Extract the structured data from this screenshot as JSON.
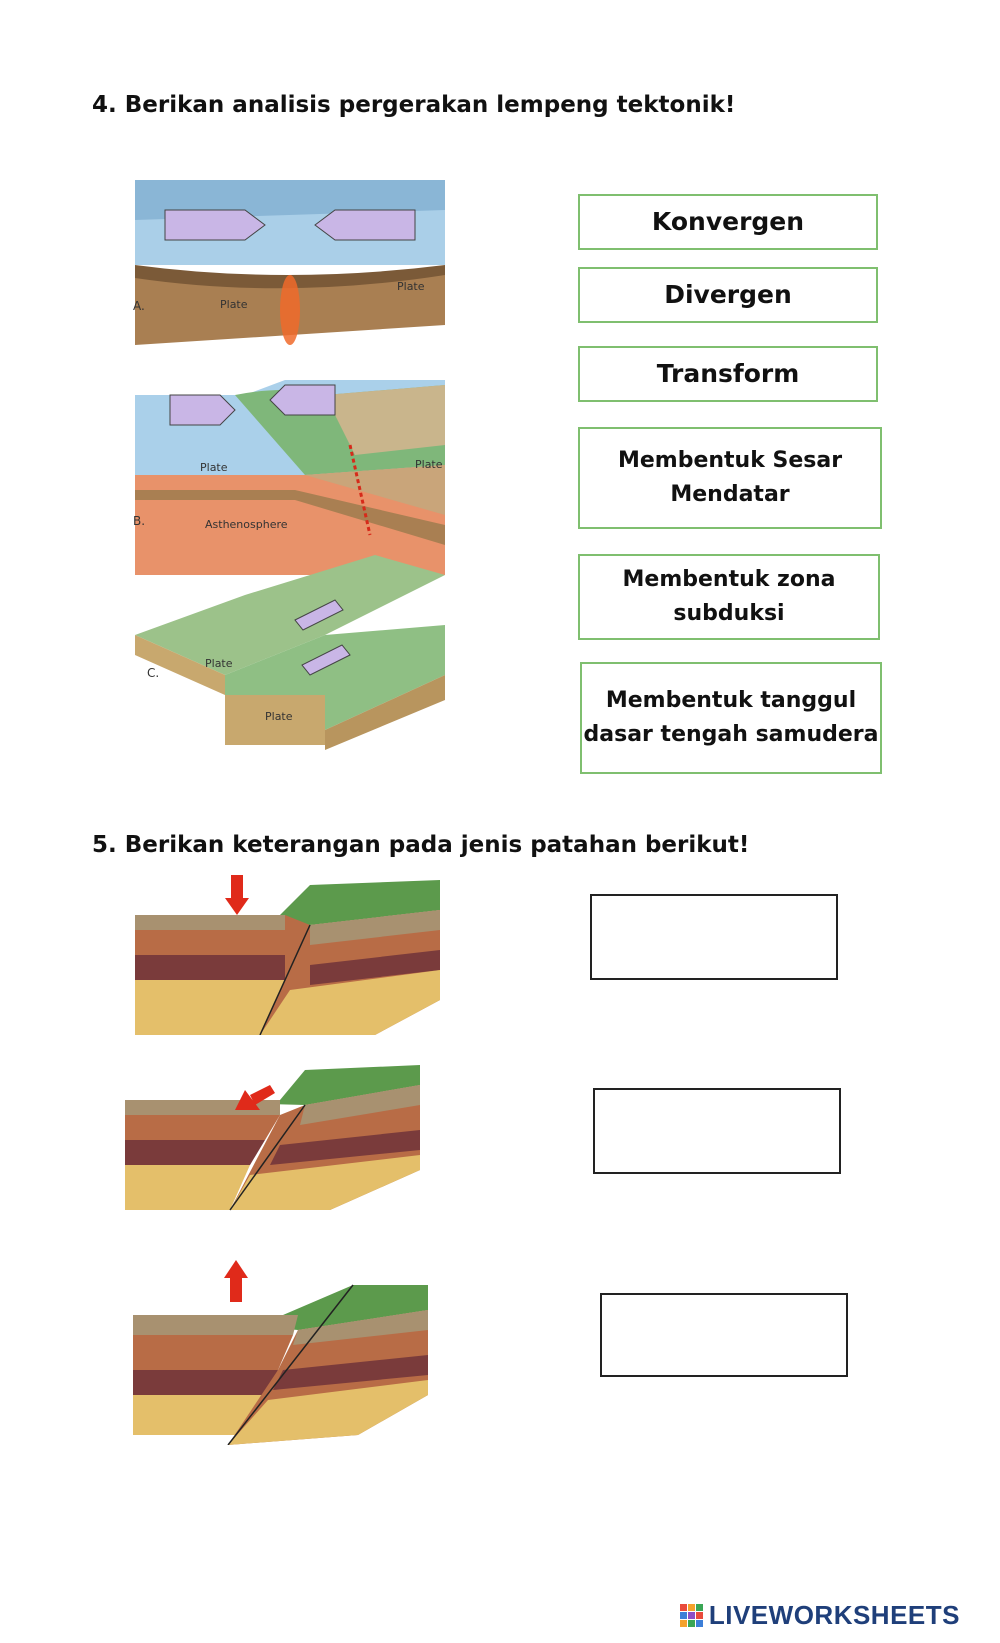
{
  "q4": {
    "title": "4.  Berikan analisis pergerakan lempeng tektonik!"
  },
  "q5": {
    "title": "5.  Berikan keterangan pada jenis patahan berikut!"
  },
  "plates": {
    "a": {
      "letter": "A.",
      "left_label": "Plate",
      "right_label": "Plate"
    },
    "b": {
      "letter": "B.",
      "left_label": "Plate",
      "right_label": "Plate",
      "layer_label": "Asthenosphere"
    },
    "c": {
      "letter": "C.",
      "top_label": "Plate",
      "bottom_label": "Plate"
    }
  },
  "options": [
    {
      "label": "Konvergen"
    },
    {
      "label": "Divergen"
    },
    {
      "label": "Transform"
    },
    {
      "label": "Membentuk Sesar\nMendatar"
    },
    {
      "label": "Membentuk zona\nsubduksi"
    },
    {
      "label": "Membentuk tanggul\ndasar tengah samudera"
    }
  ],
  "answers": [
    {
      "value": ""
    },
    {
      "value": ""
    },
    {
      "value": ""
    }
  ],
  "colors": {
    "option_border": "#7fbf6f",
    "arrow_fill": "#c9b6e6",
    "fault_arrow": "#e02a1a",
    "grass": "#5c9a4c",
    "soil_brown": "#b86c46",
    "soil_dark": "#7a3b3b",
    "sand": "#e4bf6a",
    "brand": "#1f3f7a"
  },
  "footer": {
    "brand": "LIVEWORKSHEETS"
  }
}
